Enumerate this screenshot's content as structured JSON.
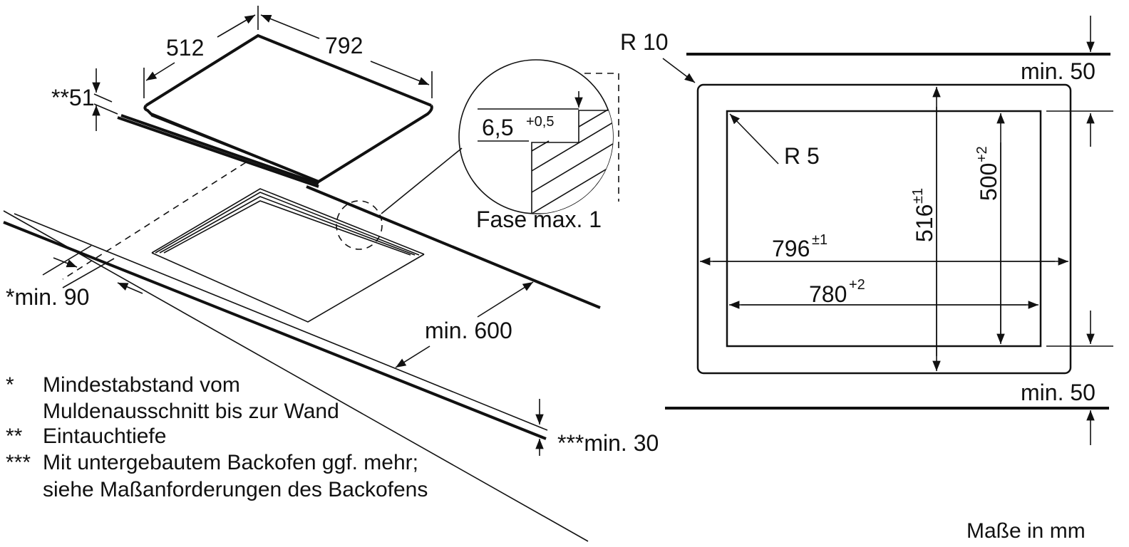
{
  "diagram": {
    "title": "Einbaumaße Kochfeld",
    "units_note": "Maße in mm",
    "perspective_view": {
      "hob_depth": "512",
      "hob_width": "792",
      "immersion_depth": "**51",
      "min_wall_distance": "*min. 90",
      "min_counter_depth": "min. 600",
      "min_counter_thickness": "***min. 30"
    },
    "detail_view": {
      "rebate_value": "6,5",
      "rebate_tolerance": "+0,5",
      "chamfer_note": "Fase max. 1"
    },
    "cutout_view": {
      "outer_radius": "R 10",
      "inner_radius": "R 5",
      "outer_width": "796",
      "outer_width_tolerance": "±1",
      "inner_width": "780",
      "inner_width_tolerance": "+2",
      "outer_depth": "516",
      "outer_depth_tolerance": "±1",
      "inner_depth": "500",
      "inner_depth_tolerance": "+2",
      "min_front_distance": "min. 50",
      "min_back_distance": "min. 50"
    },
    "footnotes": [
      {
        "marker": "*",
        "lines": [
          "Mindestabstand vom",
          "Muldenausschnitt bis zur Wand"
        ]
      },
      {
        "marker": "**",
        "lines": [
          "Eintauchtiefe"
        ]
      },
      {
        "marker": "***",
        "lines": [
          "Mit untergebautem Backofen ggf. mehr;",
          "siehe Maßanforderungen des Backofens"
        ]
      }
    ]
  }
}
